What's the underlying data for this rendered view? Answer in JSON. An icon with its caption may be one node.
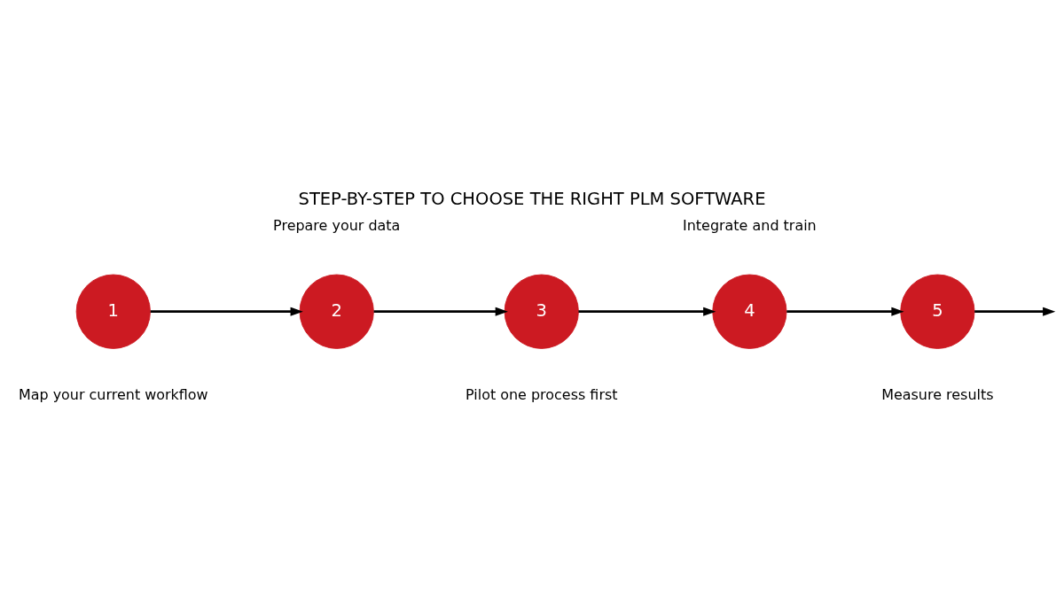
{
  "diagram": {
    "title": "STEP-BY-STEP TO CHOOSE THE RIGHT PLM SOFTWARE",
    "nodes": [
      {
        "text": [
          "1"
        ],
        "beside": [
          "Map your current workflow"
        ]
      },
      {
        "text": [
          "2"
        ],
        "beside": [
          "Prepare your data"
        ]
      },
      {
        "text": [
          "3"
        ],
        "beside": [
          "Pilot one process first"
        ]
      },
      {
        "text": [
          "4"
        ],
        "beside": [
          "Integrate and train"
        ]
      },
      {
        "text": [
          "5"
        ],
        "beside": [
          "Measure results"
        ]
      }
    ],
    "edges": [
      {
        "from": 0,
        "to": 1,
        "arrow": "to"
      },
      {
        "from": 1,
        "to": 2,
        "arrow": "to"
      },
      {
        "from": 2,
        "to": 3,
        "arrow": "to"
      },
      {
        "from": 3,
        "to": 4,
        "arrow": "to"
      },
      {
        "from": 4,
        "to": null,
        "arrow": "to"
      }
    ]
  }
}
